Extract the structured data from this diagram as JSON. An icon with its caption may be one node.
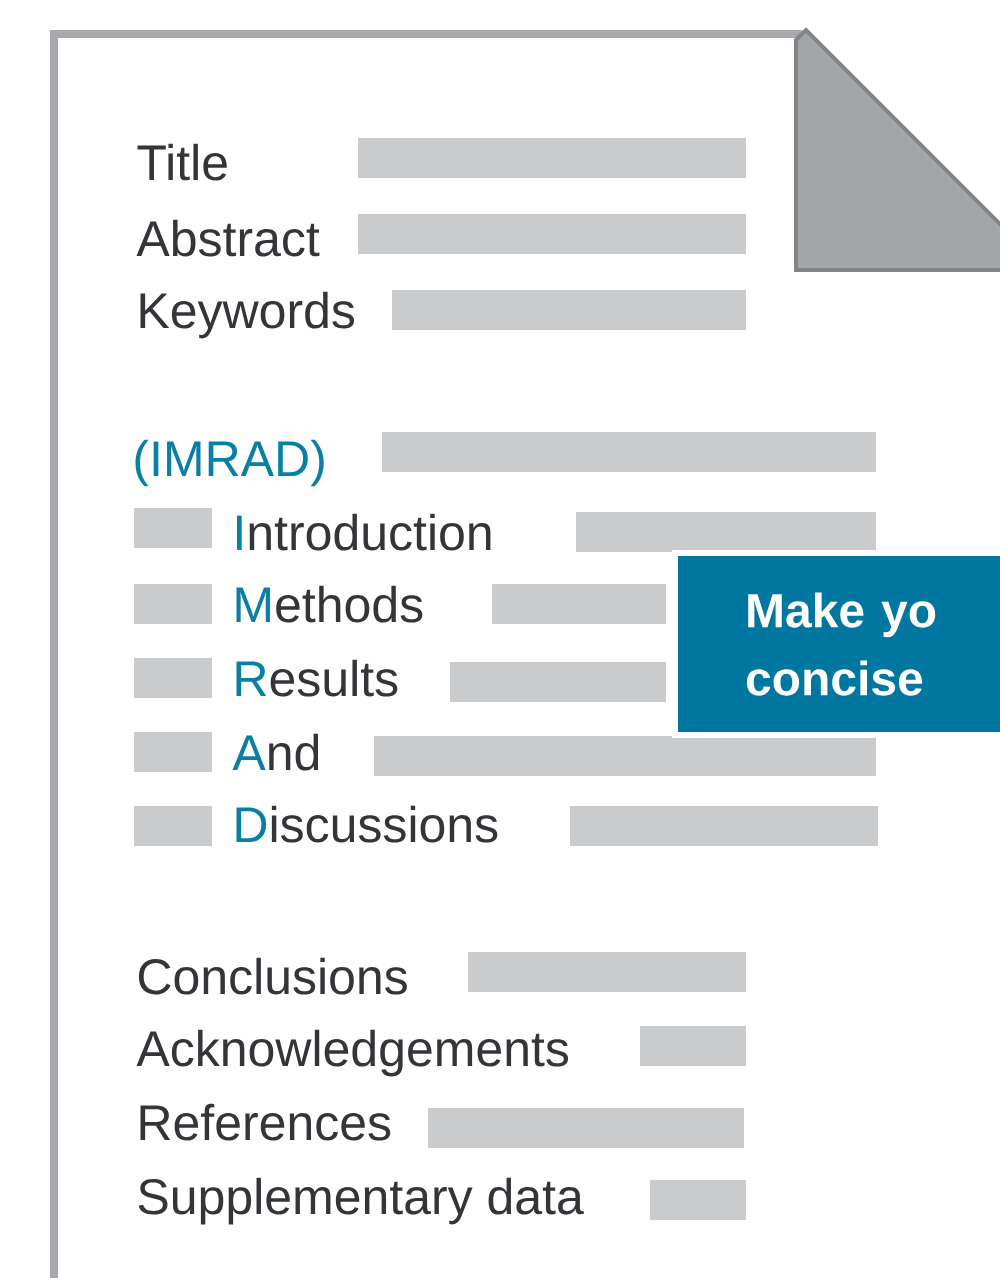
{
  "diagram": {
    "nodes": [
      {
        "text": [
          "Make yo concise"
        ]
      }
    ],
    "labels": [
      "Title",
      "Abstract",
      "Keywords",
      "(IMRAD)",
      "Introduction",
      "Methods",
      "Results",
      "And",
      "Discussions",
      "Conclusions",
      "Acknowledgements",
      "References",
      "Supplementary data"
    ]
  }
}
